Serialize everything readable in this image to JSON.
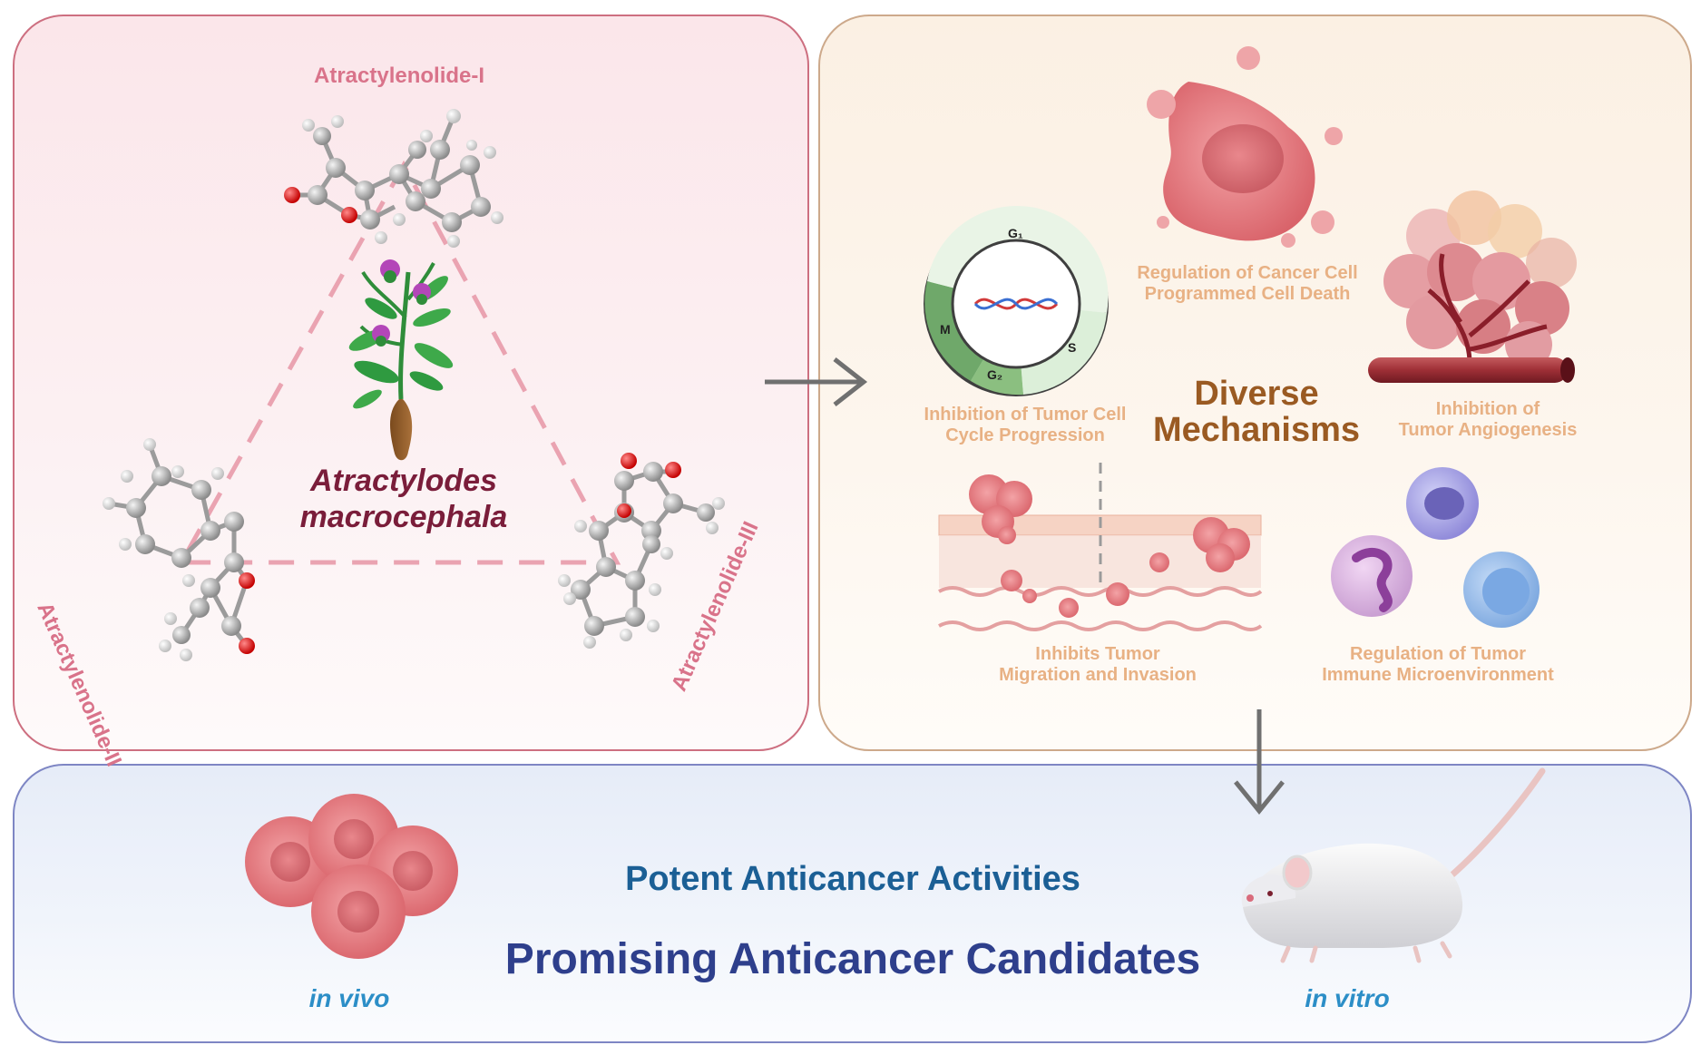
{
  "left_panel": {
    "compound_1": "Atractylenolide-I",
    "compound_2": "Atractylenolide-II",
    "compound_3": "Atractylenolide-III",
    "plant_name_line1": "Atractylodes",
    "plant_name_line2": "macrocephala"
  },
  "right_panel": {
    "title_line1": "Diverse",
    "title_line2": "Mechanisms",
    "cell_cycle": {
      "phase_g1": "G₁",
      "phase_s": "S",
      "phase_g2": "G₂",
      "phase_m": "M"
    },
    "mechanisms": {
      "cell_cycle_line1": "Inhibition of Tumor Cell",
      "cell_cycle_line2": "Cycle Progression",
      "cell_death_line1": "Regulation of Cancer Cell",
      "cell_death_line2": "Programmed Cell Death",
      "angiogenesis_line1": "Inhibition of",
      "angiogenesis_line2": "Tumor Angiogenesis",
      "migration_line1": "Inhibits Tumor",
      "migration_line2": "Migration and Invasion",
      "immune_line1": "Regulation of Tumor",
      "immune_line2": "Immune Microenvironment"
    }
  },
  "bottom_panel": {
    "activity": "Potent Anticancer Activities",
    "candidates": "Promising Anticancer Candidates",
    "label_left": "in vivo",
    "label_right": "in vitro"
  },
  "colors": {
    "left_border": "#cd6f80",
    "right_border": "#cda98b",
    "bottom_border": "#7e86c4",
    "compound_text": "#d9738a",
    "plant_text": "#7a1d3a",
    "mechanism_text": "#e8b184",
    "title_text": "#9a5a22",
    "activity_text": "#1b5f95",
    "candidate_text": "#2e3f8c",
    "vivo_text": "#2c8ec7"
  }
}
